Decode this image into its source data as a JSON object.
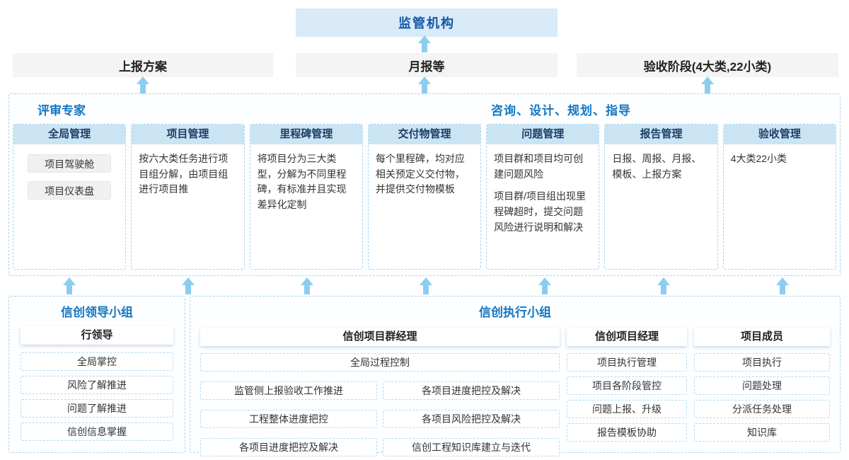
{
  "top": {
    "regulator_label": "监管机构",
    "report_plan": "上报方案",
    "monthly_report": "月报等",
    "acceptance_stage": "验收阶段(4大类,22小类)"
  },
  "middle": {
    "left_label": "评审专家",
    "right_label": "咨询、设计、规划、指导",
    "columns": [
      {
        "title": "全局管理",
        "box1": "项目驾驶舱",
        "box2": "项目仪表盘"
      },
      {
        "title": "项目管理",
        "text": "按六大类任务进行项目组分解，由项目组进行项目推"
      },
      {
        "title": "里程碑管理",
        "text": "将项目分为三大类型，分解为不同里程碑，有标准并且实现差异化定制"
      },
      {
        "title": "交付物管理",
        "text": "每个里程碑，均对应相关预定义交付物，并提供交付物模板"
      },
      {
        "title": "问题管理",
        "text1": "项目群和项目均可创建问题风险",
        "text2": "项目群/项目组出现里程碑超时，提交问题风险进行说明和解决"
      },
      {
        "title": "报告管理",
        "text": "日报、周报、月报、模板、上报方案"
      },
      {
        "title": "验收管理",
        "text": "4大类22小类"
      }
    ]
  },
  "bottom": {
    "leader_group": {
      "title": "信创领导小组",
      "role": "行领导",
      "items": [
        "全局掌控",
        "风险了解推进",
        "问题了解推进",
        "信创信息掌握"
      ]
    },
    "exec_group": {
      "title": "信创执行小组",
      "pm_group": {
        "role": "信创项目群经理",
        "full_item": "全局过程控制",
        "left_items": [
          "监管侧上报验收工作推进",
          "工程整体进度把控",
          "各项目进度把控及解决"
        ],
        "right_items": [
          "各项目进度把控及解决",
          "各项目风险把控及解决",
          "信创工程知识库建立与迭代"
        ]
      },
      "pm": {
        "role": "信创项目经理",
        "items": [
          "项目执行管理",
          "项目各阶段管控",
          "问题上报、升级",
          "报告模板协助"
        ]
      },
      "member": {
        "role": "项目成员",
        "items": [
          "项目执行",
          "问题处理",
          "分派任务处理",
          "知识库"
        ]
      }
    }
  }
}
